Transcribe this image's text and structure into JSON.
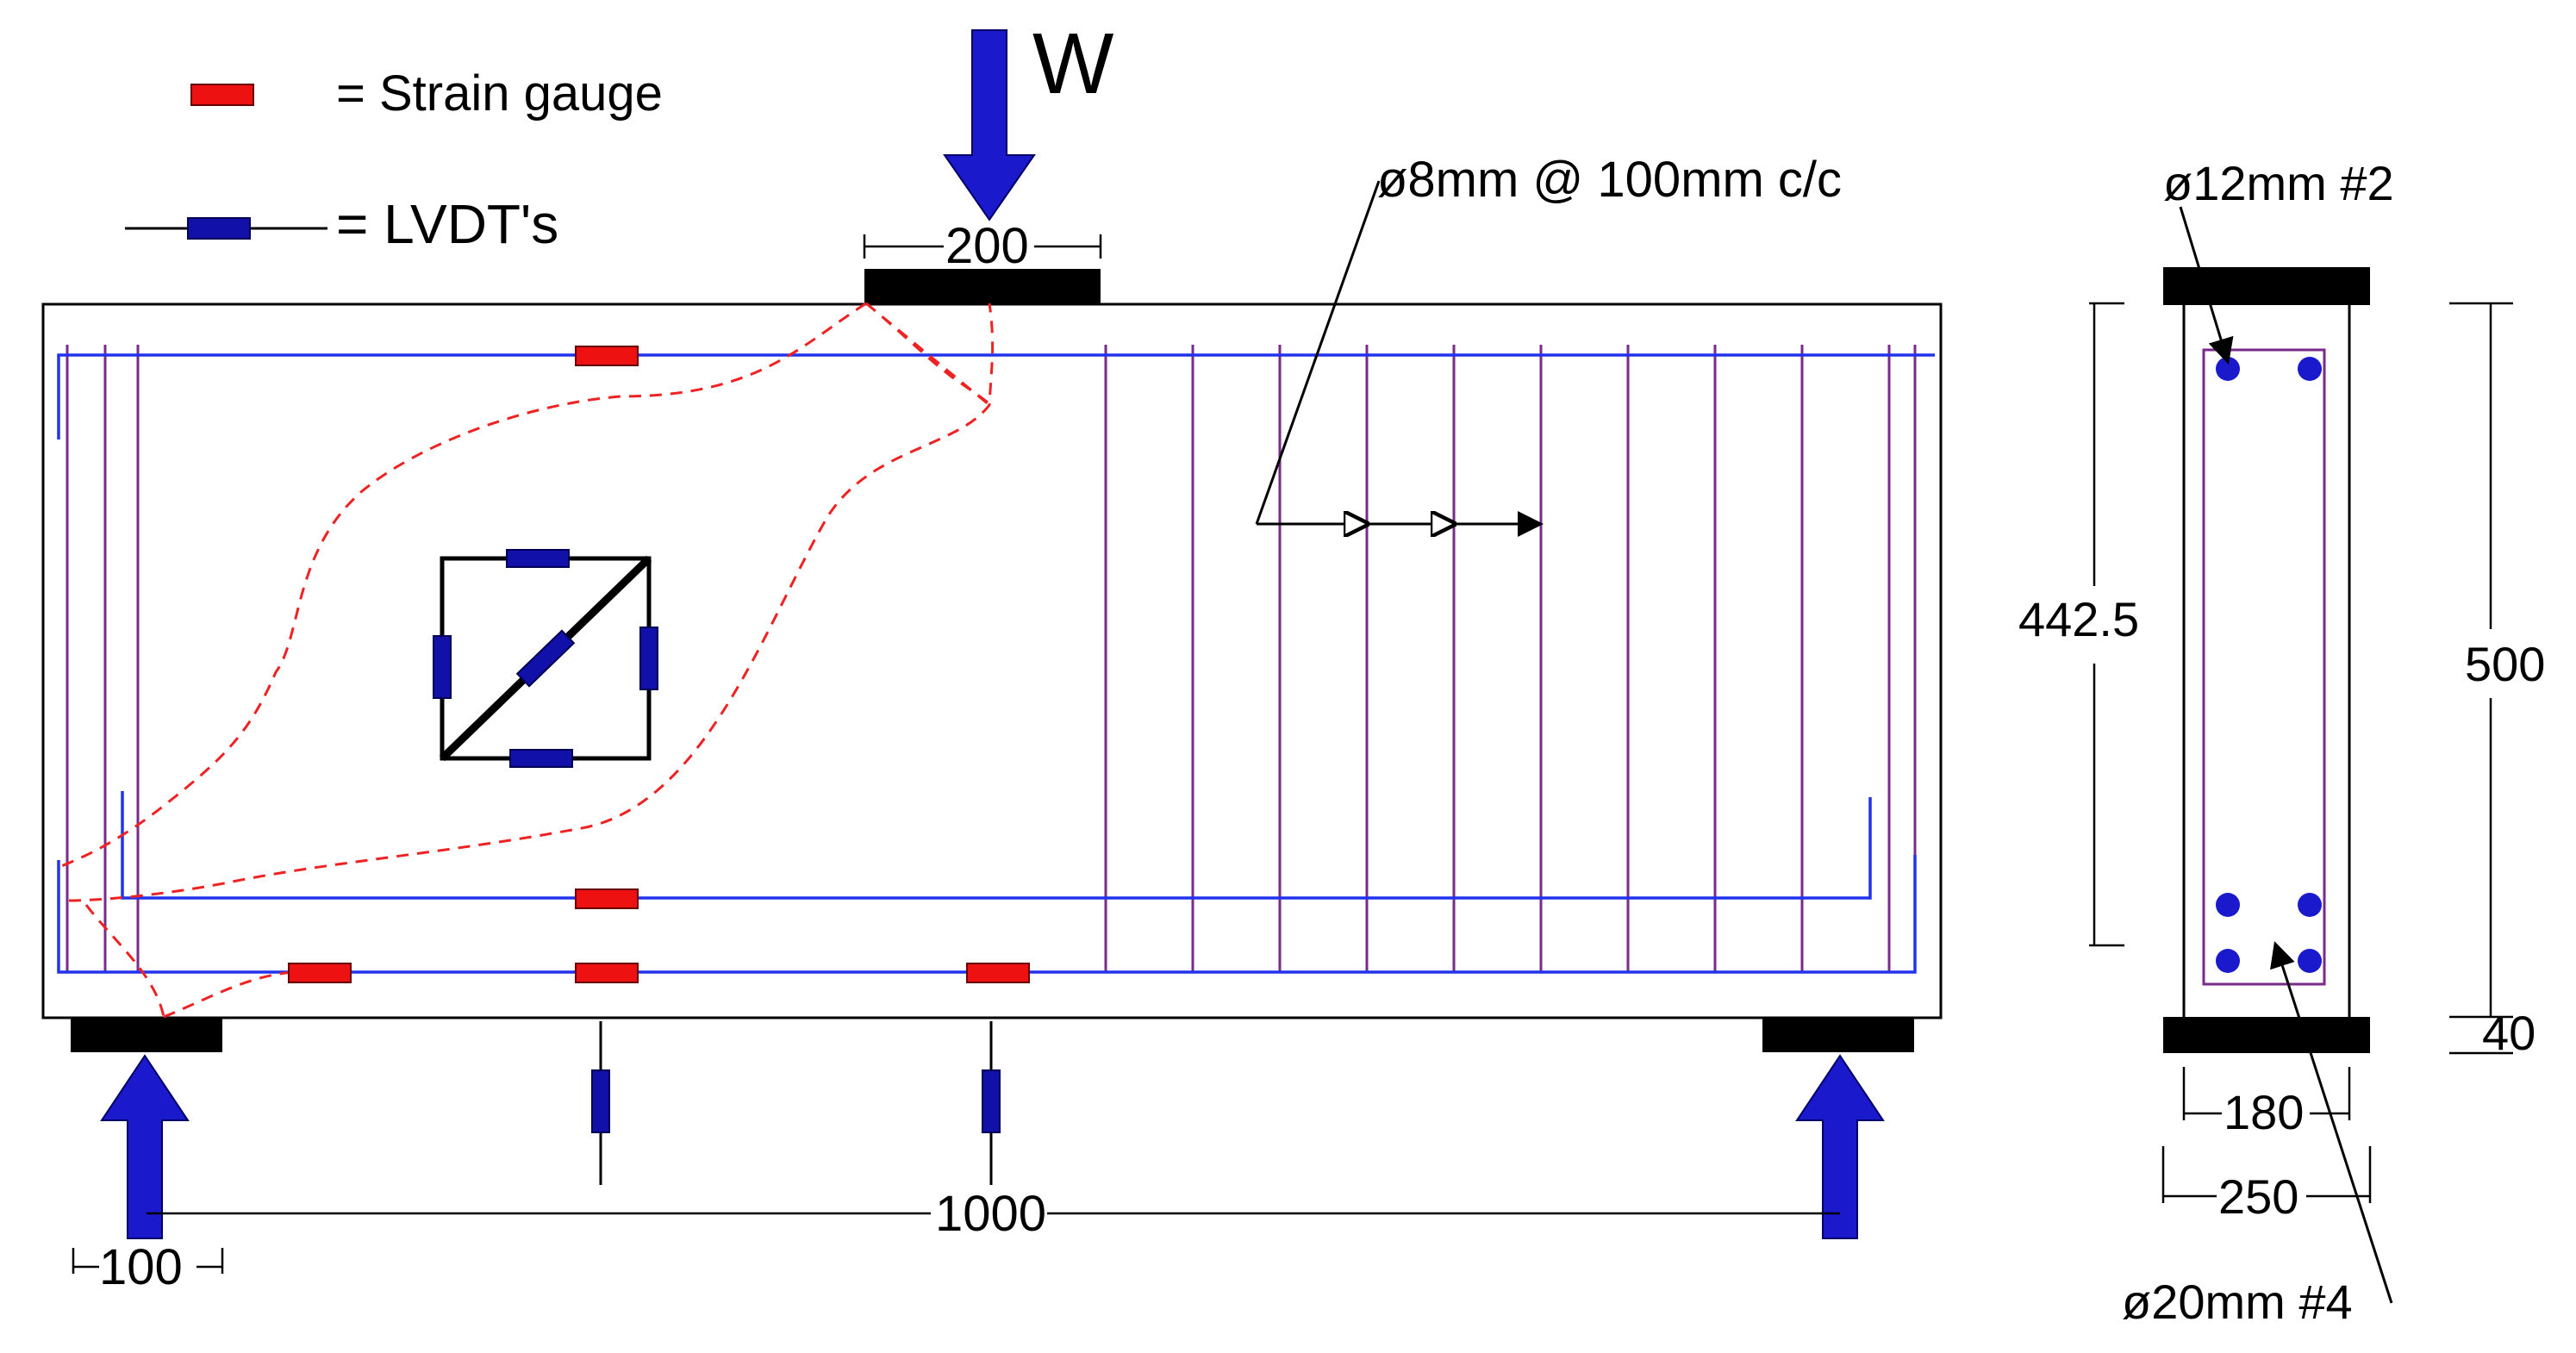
{
  "legend": {
    "strain_gauge": "= Strain gauge",
    "lvdt": "= LVDT's"
  },
  "load": {
    "label": "W"
  },
  "elevation": {
    "load_plate_width": "200",
    "span": "1000",
    "support_offset": "100",
    "stirrup_note": "ø8mm @ 100mm c/c"
  },
  "section": {
    "top_bars": "ø12mm #2",
    "bottom_bars": "ø20mm #4",
    "effective_depth": "442.5",
    "total_depth": "500",
    "cover": "40",
    "inner_width": "180",
    "total_width": "250"
  },
  "colors": {
    "strain_gauge": "#ee1111",
    "lvdt": "#1111aa",
    "rebar": "#2233ee",
    "stirrup": "#7a2a8a",
    "crack": "#ee2222",
    "load_arrow": "#1a1acc"
  }
}
